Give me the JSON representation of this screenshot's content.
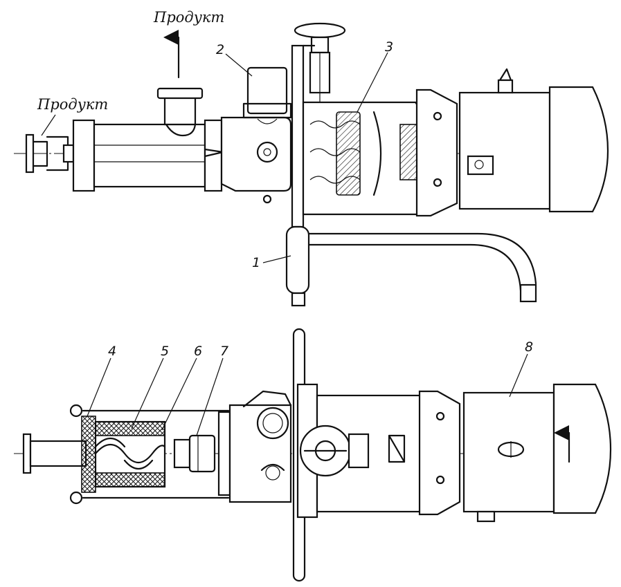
{
  "labels": {
    "product_outlet": "Продукт",
    "product_inlet": "Продукт"
  },
  "callouts": [
    {
      "id": "1",
      "text": "1"
    },
    {
      "id": "2",
      "text": "2"
    },
    {
      "id": "3",
      "text": "3"
    },
    {
      "id": "4",
      "text": "4"
    },
    {
      "id": "5",
      "text": "5"
    },
    {
      "id": "6",
      "text": "6"
    },
    {
      "id": "7",
      "text": "7"
    },
    {
      "id": "8",
      "text": "8"
    }
  ],
  "colors": {
    "ink": "#111111",
    "paper": "#ffffff"
  }
}
